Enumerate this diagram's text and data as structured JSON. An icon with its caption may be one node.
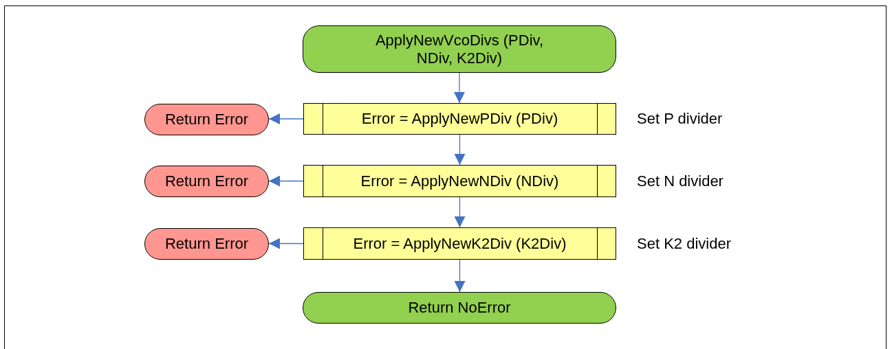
{
  "diagram": {
    "nodes": [
      {
        "text": [
          "ApplyNewVcoDivs (PDiv, NDiv, K2Div)"
        ]
      },
      {
        "text": [
          "Return Error"
        ]
      },
      {
        "text": [
          "Error = ApplyNewPDiv (PDiv)"
        ],
        "beside": [
          "Set P divider"
        ]
      },
      {
        "text": [
          "Return Error"
        ]
      },
      {
        "text": [
          "Error = ApplyNewNDiv (NDiv)"
        ],
        "beside": [
          "Set N divider"
        ]
      },
      {
        "text": [
          "Return Error"
        ]
      },
      {
        "text": [
          "Error = ApplyNewK2Div (K2Div)"
        ],
        "beside": [
          "Set K2 divider"
        ]
      },
      {
        "text": [
          "Return NoError"
        ]
      }
    ],
    "edges": [
      {
        "from": 0,
        "to": 2,
        "arrow": "to"
      },
      {
        "from": 2,
        "to": 1,
        "arrow": "to"
      },
      {
        "from": 2,
        "to": 4,
        "arrow": "to"
      },
      {
        "from": 4,
        "to": 3,
        "arrow": "to"
      },
      {
        "from": 4,
        "to": 6,
        "arrow": "to"
      },
      {
        "from": 6,
        "to": 5,
        "arrow": "to"
      },
      {
        "from": 6,
        "to": 7,
        "arrow": "to"
      }
    ]
  }
}
